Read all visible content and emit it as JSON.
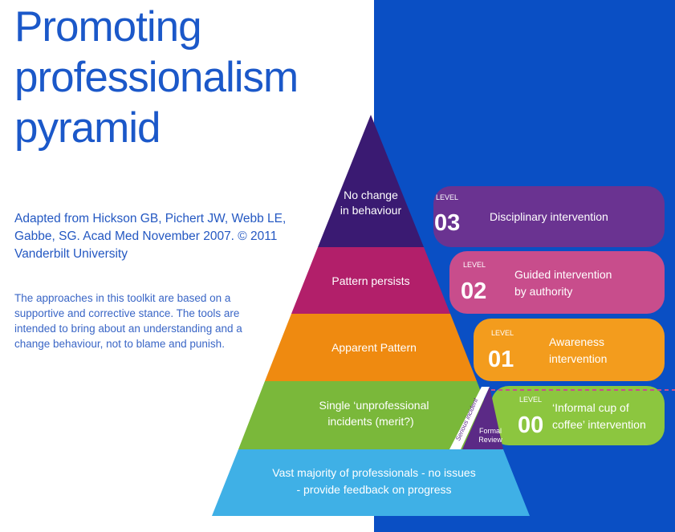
{
  "title_lines": [
    "Promoting",
    "professionalism",
    "pyramid"
  ],
  "citation_lines": [
    "Adapted from Hickson GB, Pichert JW, Webb LE,",
    "Gabbe, SG. Acad Med November 2007. © 2011",
    "Vanderbilt University"
  ],
  "description_lines": [
    "The approaches in this toolkit are based on a",
    "supportive and corrective stance. The tools are",
    "intended to bring about an understanding and a",
    "change behaviour, not to blame and punish."
  ],
  "tiers": [
    {
      "lines": [
        "No change",
        "in behaviour"
      ]
    },
    {
      "lines": [
        "Pattern persists"
      ]
    },
    {
      "lines": [
        "Apparent Pattern"
      ]
    },
    {
      "lines": [
        "Single ‘unprofessional",
        "incidents (merit?)"
      ]
    },
    {
      "lines": [
        "Vast majority of professionals - no issues",
        "- provide feedback on progress"
      ]
    }
  ],
  "level_word": "LEVEL",
  "levels": [
    {
      "number": "03",
      "lines": [
        "Disciplinary intervention"
      ]
    },
    {
      "number": "02",
      "lines": [
        "Guided intervention",
        "by authority"
      ]
    },
    {
      "number": "01",
      "lines": [
        "Awareness",
        "intervention"
      ]
    },
    {
      "number": "00",
      "lines": [
        "‘Informal cup of",
        "coffee’ intervention"
      ]
    }
  ],
  "serious_incident_label": "Serious incident",
  "formal_review_lines": [
    "Formal",
    "Review"
  ],
  "colors": {
    "background_blue": "#0a4fc4",
    "title_blue": "#1b58c9",
    "tier_purple": "#3a1a72",
    "tier_magenta": "#b21f6a",
    "tier_orange": "#ef8a10",
    "tier_green": "#7ab83a",
    "tier_sky": "#3fb0e6",
    "level03": "#6a3391",
    "level02": "#c84d8c",
    "level01": "#f39c1d",
    "level00": "#8cc63f",
    "formal_review": "#5b2a86"
  }
}
